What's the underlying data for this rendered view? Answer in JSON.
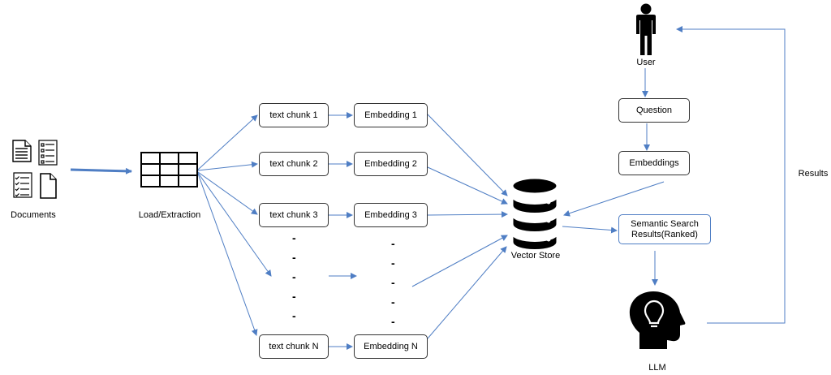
{
  "documents_label": "Documents",
  "load_label": "Load/Extraction",
  "chunks": [
    "text chunk 1",
    "text chunk 2",
    "text chunk 3",
    "text chunk N"
  ],
  "embeddings": [
    "Embedding 1",
    "Embedding 2",
    "Embedding 3",
    "Embedding N"
  ],
  "ellipsis_dash": "-",
  "vector_store_label": "Vector Store",
  "user_label": "User",
  "question_label": "Question",
  "query_embeddings_label": "Embeddings",
  "semantic_search_label": "Semantic Search Results(Ranked)",
  "llm_label": "LLM",
  "results_label": "Results",
  "colors": {
    "arrow": "#4f7ec4",
    "box_border": "#333333",
    "icon": "#000000"
  },
  "icons": [
    "document-icon",
    "checklist-icon",
    "table-icon",
    "database-icon",
    "user-icon",
    "llm-head-icon"
  ]
}
